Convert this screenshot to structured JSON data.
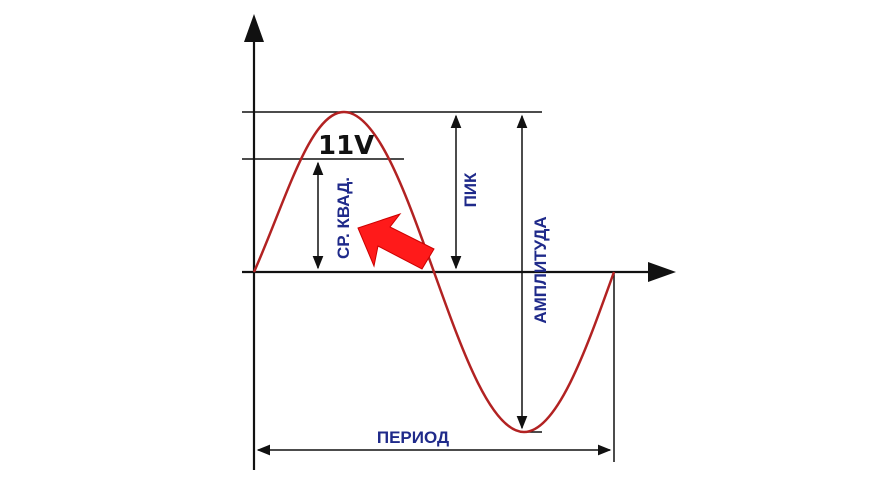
{
  "labels": {
    "voltage": "11V",
    "rms": "СР. КВАД.",
    "peak": "ПИК",
    "amplitude": "АМПЛИТУДА",
    "period": "ПЕРИОД"
  },
  "colors": {
    "wave": "#b22222",
    "arrow": "#ff1a1a",
    "labels": "#1f2a8a",
    "lines": "#111111"
  },
  "icons": {
    "pointer": "red-arrow-icon"
  }
}
